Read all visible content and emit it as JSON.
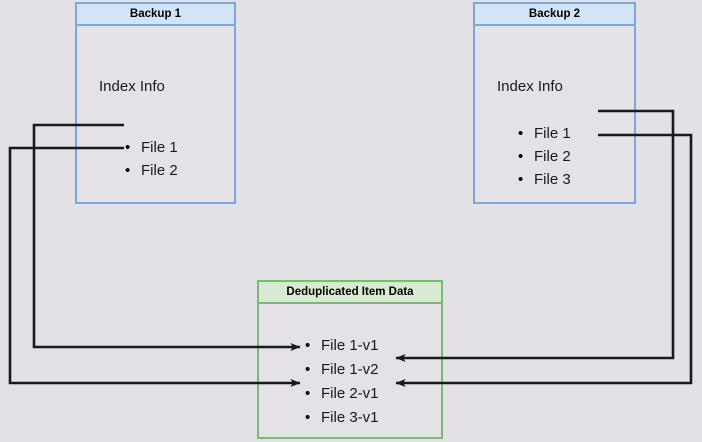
{
  "diagram": {
    "title": "Backup deduplication index diagram",
    "background_color": "#e3e0e6",
    "nodes": [
      {
        "id": "backup1",
        "name": "backup-1-box",
        "header": "Backup 1",
        "body_label": "Index Info",
        "border_color": "#7ea6d9",
        "header_fill": "#d4e4f7",
        "body_fill": "#e4e1e7",
        "items": [
          "File 1",
          "File 2"
        ]
      },
      {
        "id": "backup2",
        "name": "backup-2-box",
        "header": "Backup 2",
        "body_label": "Index Info",
        "border_color": "#7ea6d9",
        "header_fill": "#d4e4f7",
        "body_fill": "#e4e1e7",
        "items": [
          "File 1",
          "File 2",
          "File 3"
        ]
      },
      {
        "id": "dedup",
        "name": "deduplicated-item-data-box",
        "header": "Deduplicated Item Data",
        "body_label": "",
        "border_color": "#7aba76",
        "header_fill": "#d9ead3",
        "body_fill": "#e4e1e7",
        "items": [
          "File 1-v1",
          "File 1-v2",
          "File 2-v1",
          "File 3-v1"
        ]
      }
    ],
    "connectors": [
      {
        "name": "connector-backup1-file1-to-file1v1",
        "from": "Backup 1 / File 1",
        "to": "Deduplicated Item Data / File 1-v1",
        "color": "#1a1a1a"
      },
      {
        "name": "connector-backup1-file2-to-file2v1",
        "from": "Backup 1 / File 2",
        "to": "Deduplicated Item Data / File 2-v1",
        "color": "#1a1a1a"
      },
      {
        "name": "connector-backup2-file1-to-file1v2",
        "from": "Backup 2 / File 1",
        "to": "Deduplicated Item Data / File 1-v2",
        "color": "#1a1a1a"
      },
      {
        "name": "connector-backup2-file2-to-file2v1",
        "from": "Backup 2 / File 2",
        "to": "Deduplicated Item Data / File 2-v1",
        "color": "#1a1a1a"
      }
    ]
  }
}
